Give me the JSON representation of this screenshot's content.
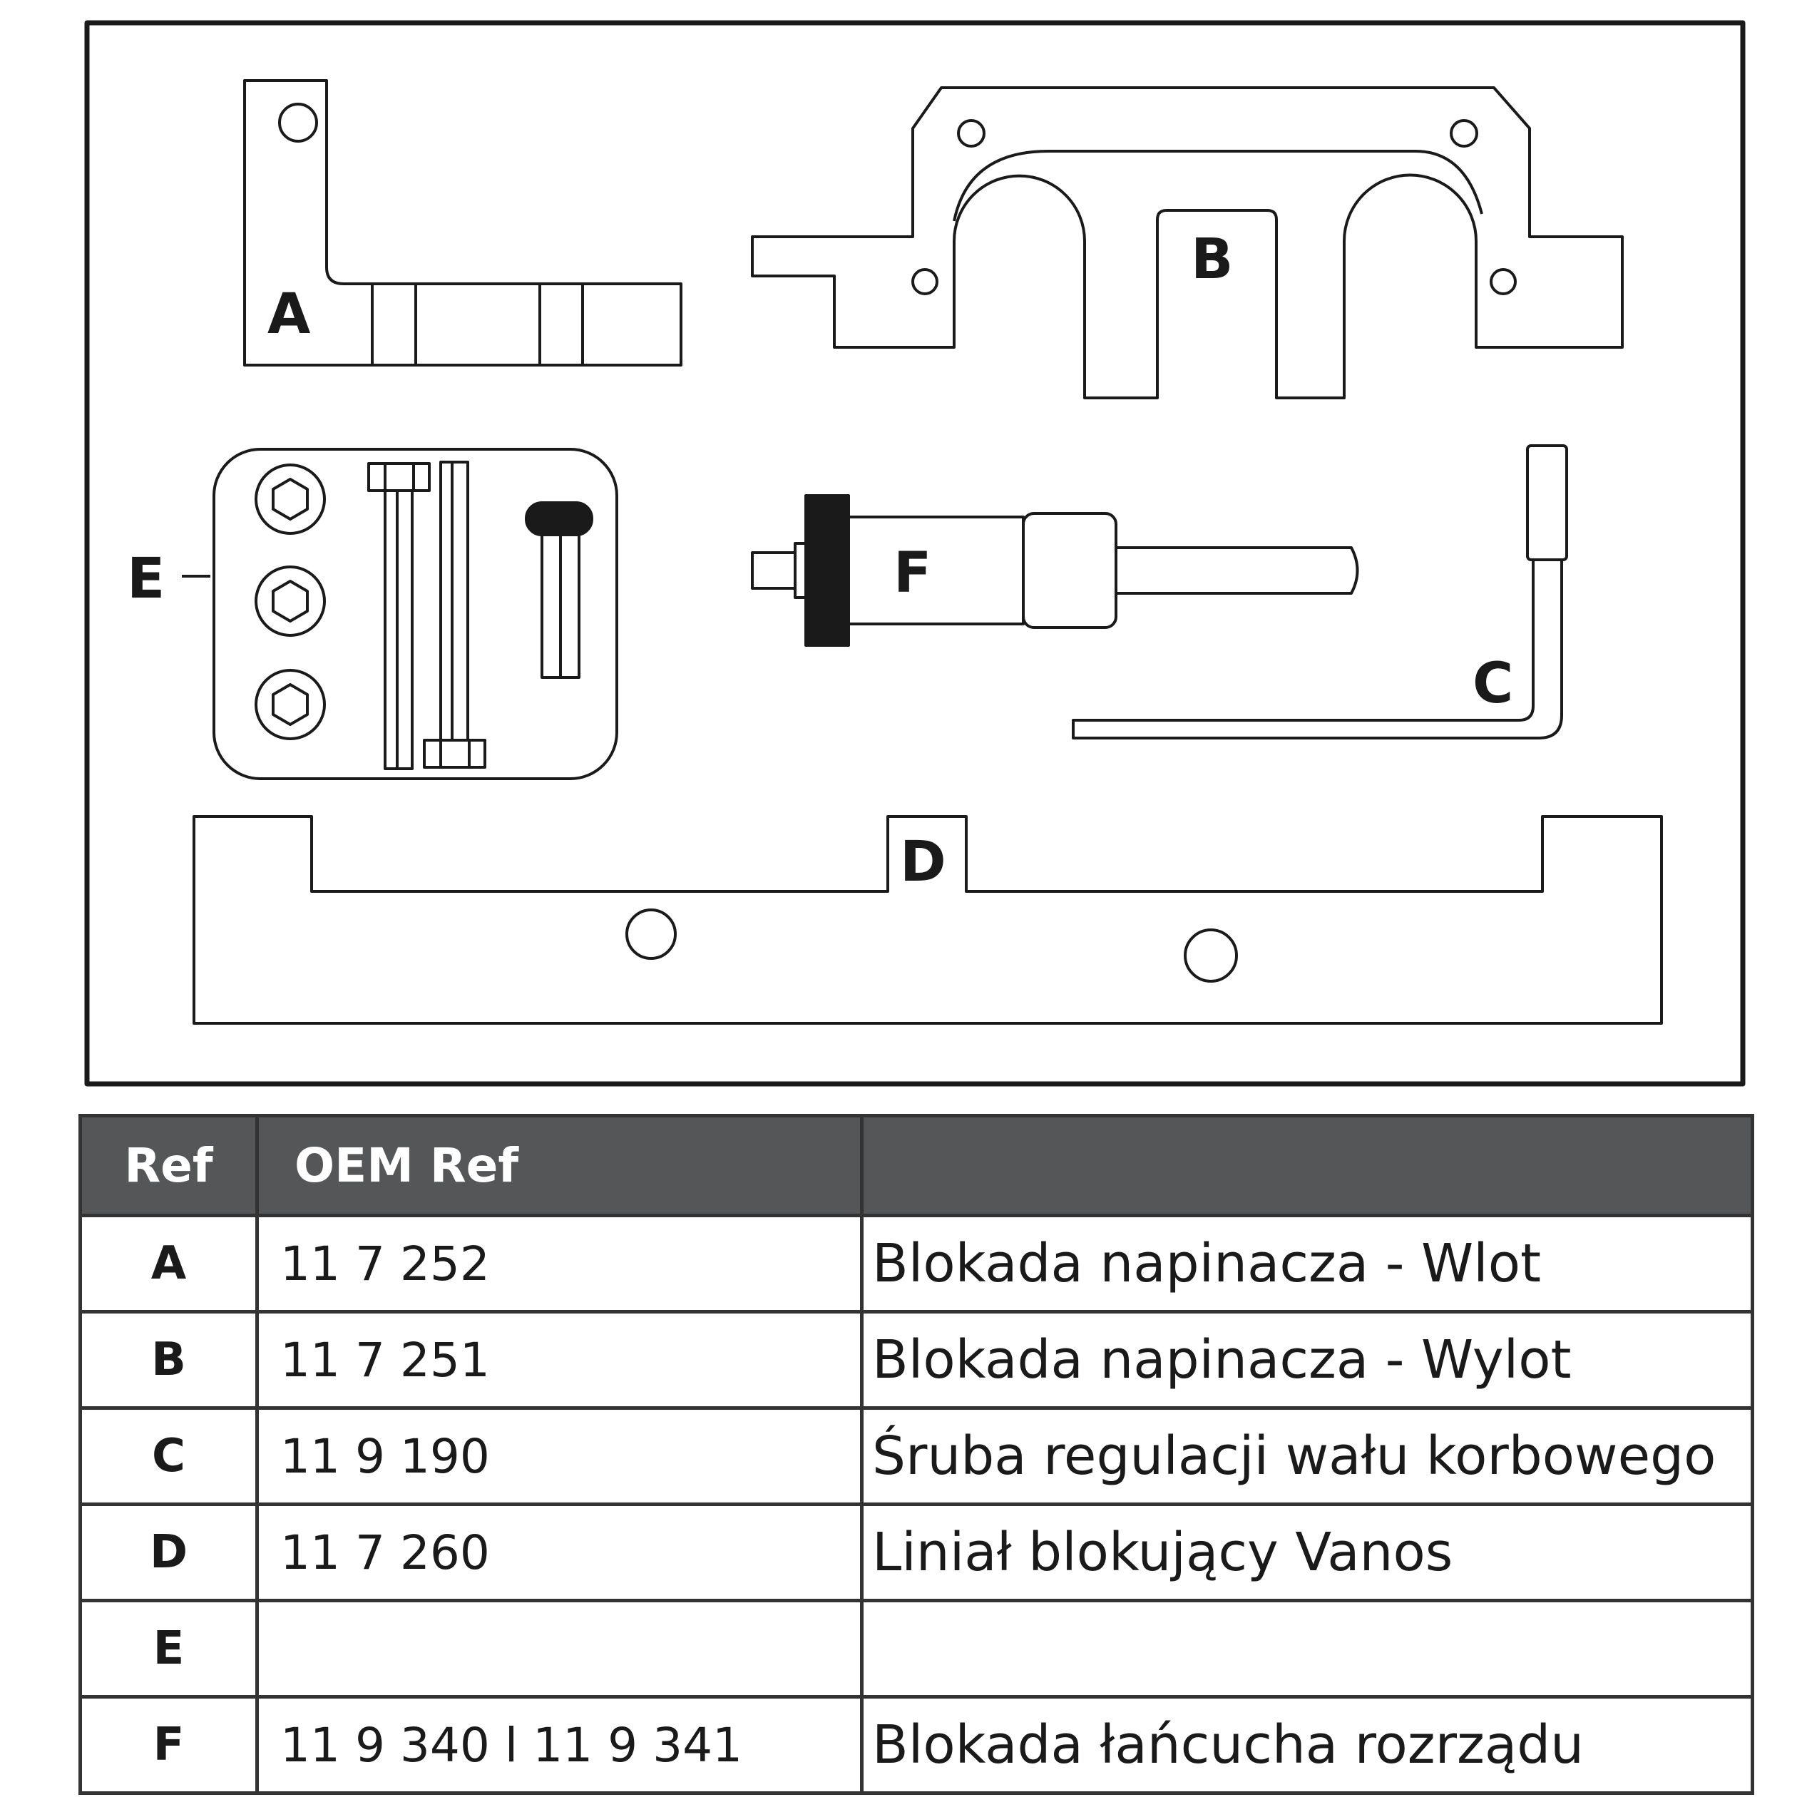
{
  "diagram": {
    "labels": {
      "a": "A",
      "b": "B",
      "c": "C",
      "d": "D",
      "e": "E",
      "f": "F"
    }
  },
  "table": {
    "headers": {
      "ref": "Ref",
      "oem": "OEM Ref",
      "desc": ""
    },
    "rows": [
      {
        "ref": "A",
        "oem": "11 7 252",
        "desc": "Blokada napinacza - Wlot"
      },
      {
        "ref": "B",
        "oem": "11 7 251",
        "desc": "Blokada napinacza - Wylot"
      },
      {
        "ref": "C",
        "oem": "11 9 190",
        "desc": "Śruba regulacji wału korbowego"
      },
      {
        "ref": "D",
        "oem": "11 7 260",
        "desc": "Liniał blokujący Vanos"
      },
      {
        "ref": "E",
        "oem": "",
        "desc": ""
      },
      {
        "ref": "F",
        "oem": "11 9 340 l 11 9 341",
        "desc": "Blokada łańcucha rozrządu"
      }
    ]
  },
  "colors": {
    "header_bg": "#555658",
    "line": "#1a1a1a"
  }
}
